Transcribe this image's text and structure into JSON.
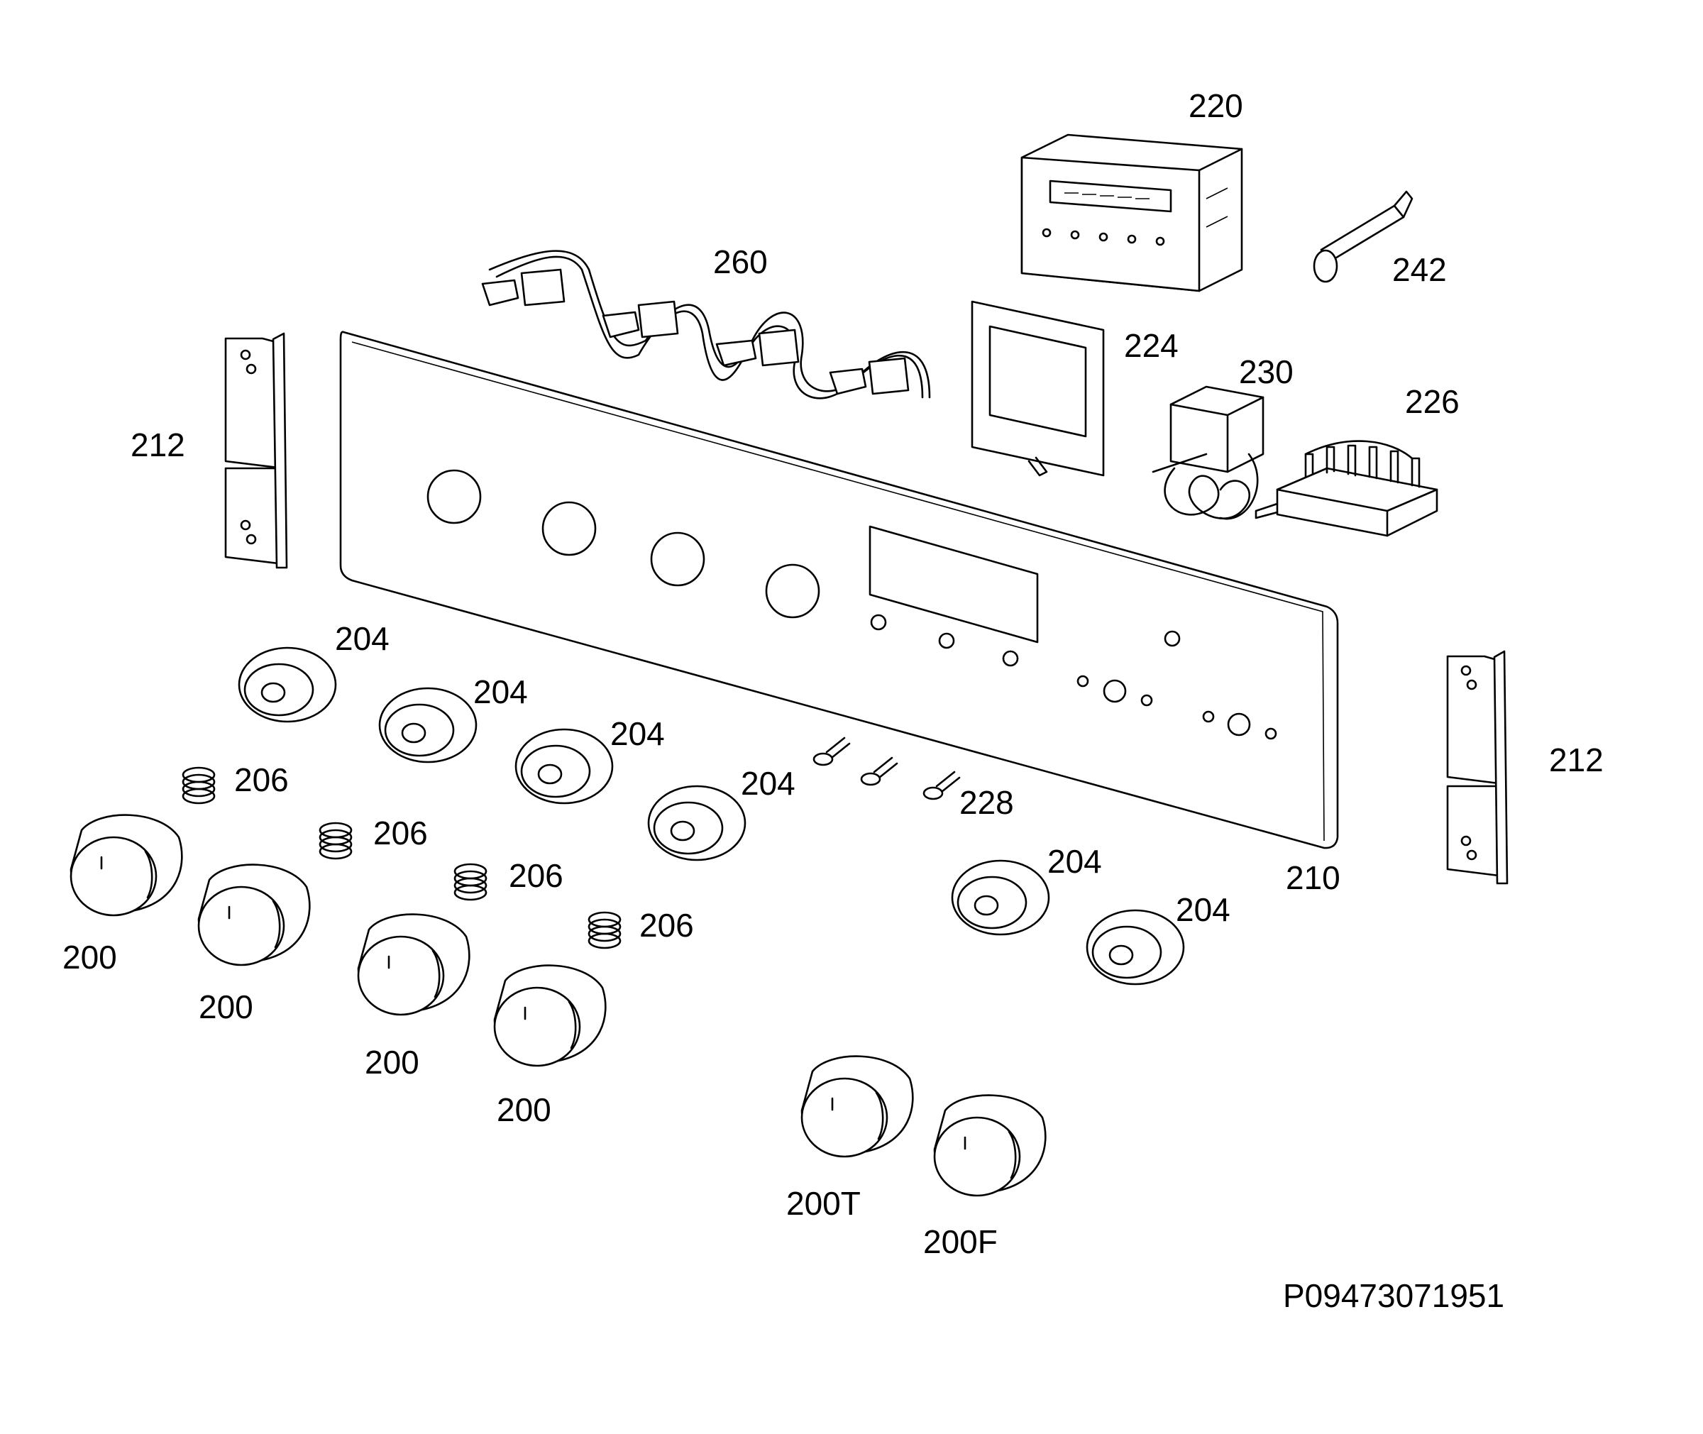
{
  "labels": {
    "l220": "220",
    "l260": "260",
    "l242": "242",
    "l224": "224",
    "l230": "230",
    "l226": "226",
    "l212a": "212",
    "l212b": "212",
    "l204a": "204",
    "l204b": "204",
    "l204c": "204",
    "l204d": "204",
    "l204e": "204",
    "l204f": "204",
    "l206a": "206",
    "l206b": "206",
    "l206c": "206",
    "l206d": "206",
    "l228": "228",
    "l210": "210",
    "l200a": "200",
    "l200b": "200",
    "l200c": "200",
    "l200d": "200",
    "l200T": "200T",
    "l200F": "200F",
    "code": "P09473071951"
  }
}
